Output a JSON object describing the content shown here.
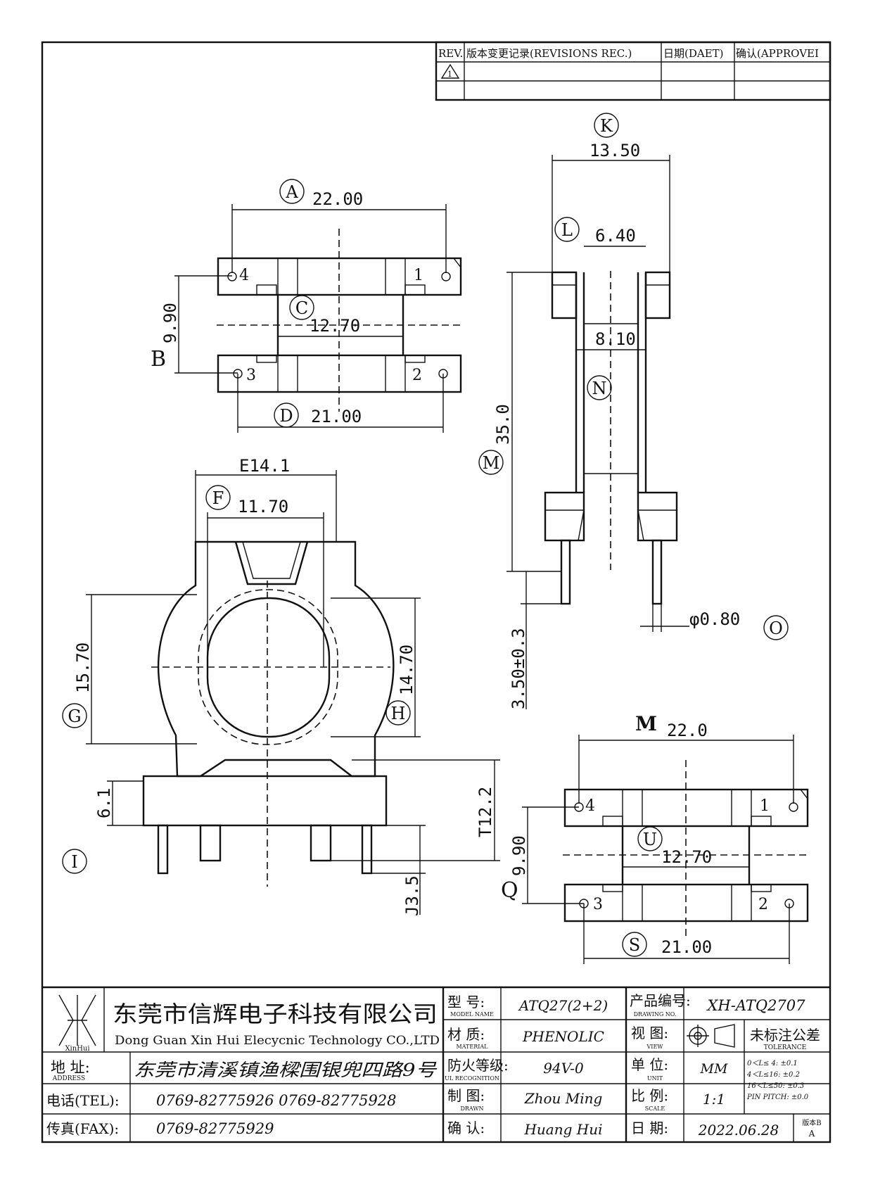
{
  "revision_table": {
    "header": [
      "REV.",
      "版本变更记录(REVISIONS REC.)",
      "日期(DAET)",
      "确认(APPROVEI"
    ]
  },
  "dimensions": {
    "A": {
      "letter": "A",
      "value": "22.00"
    },
    "B": {
      "letter": "B",
      "value": "9.90"
    },
    "C": {
      "letter": "C",
      "value": "12.70"
    },
    "D": {
      "letter": "D",
      "value": "21.00"
    },
    "E": {
      "value": "E14.1"
    },
    "F": {
      "letter": "F",
      "value": "11.70"
    },
    "G": {
      "letter": "G",
      "value": "15.70"
    },
    "H": {
      "letter": "H",
      "value": "14.70"
    },
    "I": {
      "letter": "I"
    },
    "I_left": {
      "value": "6.1"
    },
    "J": {
      "value": "J3.5"
    },
    "K": {
      "letter": "K",
      "value": "13.50"
    },
    "L": {
      "letter": "L",
      "value": "6.40"
    },
    "N": {
      "letter": "N",
      "value": "8.10"
    },
    "M": {
      "letter": "M",
      "value": "35.0"
    },
    "pin": {
      "value": "3.50±0.3"
    },
    "O": {
      "letter": "O",
      "value": "φ0.80"
    },
    "T": {
      "value": "T12.2"
    },
    "PV": {
      "letter": "M",
      "value": "22.0"
    },
    "Q": {
      "letter": "Q",
      "value": "9.90"
    },
    "U": {
      "letter": "U",
      "value": "12.70"
    },
    "S": {
      "letter": "S",
      "value": "21.00"
    }
  },
  "pins": {
    "p1": "1",
    "p2": "2",
    "p3": "3",
    "p4": "4"
  },
  "title_block": {
    "logo_text": "XinHui",
    "company_cn": "东莞市信辉电子科技有限公司",
    "company_en": "Dong Guan Xin Hui Elecycnic Technology CO.,LTD",
    "address_label": "地 址:",
    "address_label_en": "ADDRESS",
    "address": "东莞市清溪镇渔樑围银兜四路9号",
    "tel_label": "电话(TEL):",
    "tel": "0769-82775926    0769-82775928",
    "fax_label": "传真(FAX):",
    "fax": "0769-82775929",
    "model_label": "型  号:",
    "model_label_en": "MODEL NAME",
    "model": "ATQ27(2+2)",
    "material_label": "材  质:",
    "material_label_en": "MATERIAL",
    "material": "PHENOLIC",
    "flame_label": "防火等级:",
    "flame_label_en": "UL RECOGNITION",
    "flame": "94V-0",
    "drawn_label": "制  图:",
    "drawn_label_en": "DRAWN",
    "drawn": "Zhou Ming",
    "check_label": "确  认:",
    "check": "Huang Hui",
    "drawing_no_label": "产品编号:",
    "drawing_no_label_en": "DRAWING NO.",
    "drawing_no": "XH-ATQ2707",
    "view_label": "视  图:",
    "view_label_en": "VIEW",
    "unit_label": "单  位:",
    "unit_label_en": "UNIT",
    "unit": "MM",
    "scale_label": "比  例:",
    "scale_label_en": "SCALE",
    "scale": "1:1",
    "date_label": "日  期:",
    "date": "2022.06.28",
    "tolerance_label": "未标注公差",
    "tolerance_label_en": "TOLERANCE",
    "tolerances": [
      "0＜L≤ 4:   ±0.1",
      "4＜L≤16:   ±0.2",
      "16＜L≤50:  ±0.3",
      "PIN PITCH:  ±0.0"
    ],
    "version_label": "版本B",
    "version": "A"
  }
}
